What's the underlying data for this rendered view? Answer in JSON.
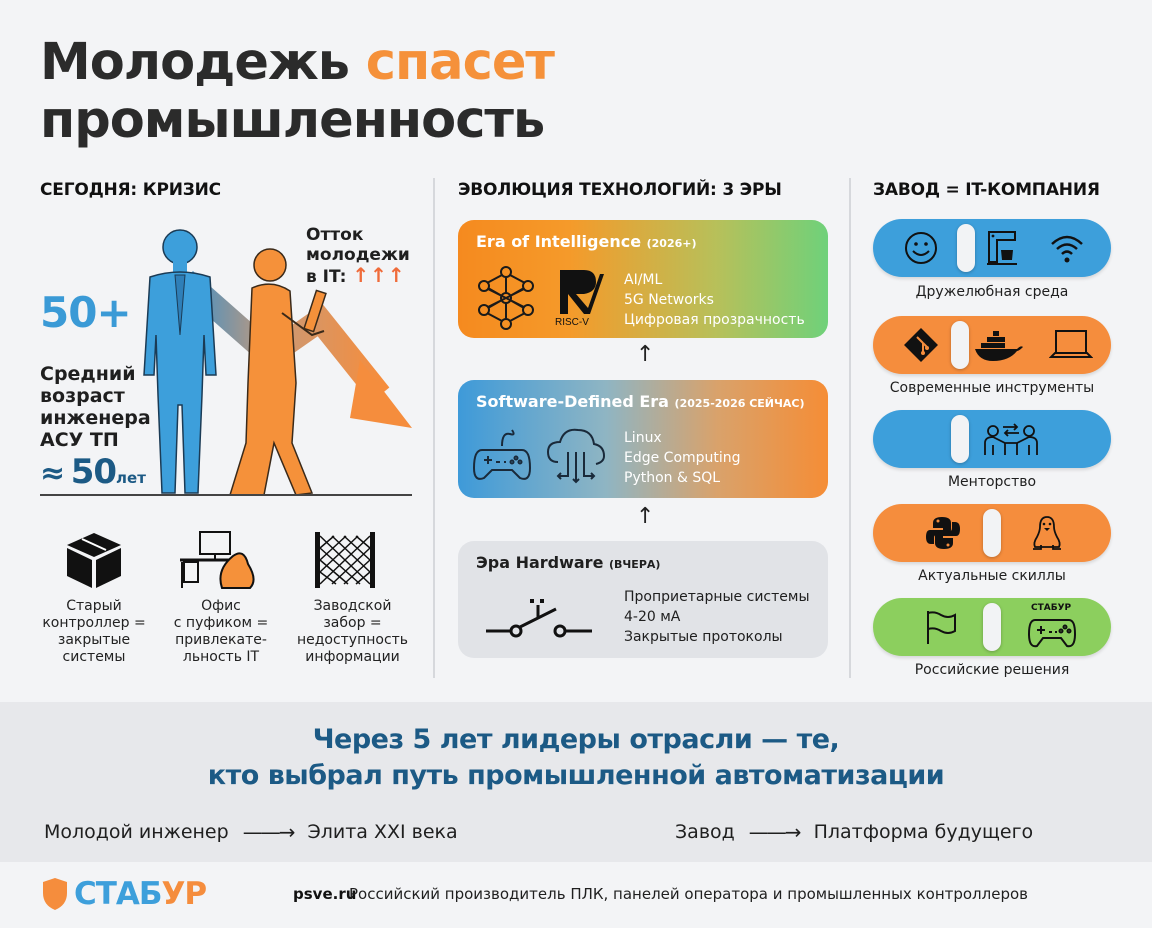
{
  "title": {
    "part1": "Молодежь ",
    "accent": "спасет",
    "line2": "промышленность"
  },
  "colors": {
    "accent_orange": "#f58d3d",
    "accent_blue": "#3d9fdb",
    "accent_green": "#8ccf5e",
    "headline_blue": "#1c5a85"
  },
  "left": {
    "heading": "СЕГОДНЯ: КРИЗИС",
    "stat_big": "50+",
    "avg_label_lines": [
      "Средний",
      "возраст",
      "инженера",
      "АСУ ТП"
    ],
    "avg_approx": "≈",
    "avg_value": "50",
    "avg_unit": "лет",
    "outflow_lines": [
      "Отток",
      "молодежи",
      "в IT:"
    ],
    "outflow_arrows": "↑↑↑",
    "legend": [
      {
        "icon": "box-icon",
        "lines": [
          "Старый",
          "контроллер =",
          "закрытые",
          "системы"
        ]
      },
      {
        "icon": "office-beanbag-icon",
        "lines": [
          "Офис",
          "с пуфиком =",
          "привлекате-",
          "льность IT"
        ]
      },
      {
        "icon": "fence-icon",
        "lines": [
          "Заводской",
          "забор =",
          "недоступность",
          "информации"
        ]
      }
    ]
  },
  "middle": {
    "heading": "ЭВОЛЮЦИЯ ТЕХНОЛОГИЙ: 3 ЭРЫ",
    "eras": [
      {
        "title": "Era of Intelligence",
        "sub": "(2026+)",
        "icons": [
          "neural-network-icon",
          "risc-v-logo-icon"
        ],
        "risc_label": "RISC-V",
        "items": [
          "AI/ML",
          "5G Networks",
          "Цифровая прозрачность"
        ]
      },
      {
        "title": "Software-Defined Era",
        "sub": "(2025-2026 СЕЙЧАС)",
        "icons": [
          "gamepad-icon",
          "cloud-transfer-icon"
        ],
        "items": [
          "Linux",
          "Edge Computing",
          "Python & SQL"
        ]
      },
      {
        "title": "Эра Hardware",
        "sub": "(ВЧЕРА)",
        "icons": [
          "switch-contact-icon"
        ],
        "items": [
          "Проприетарные системы",
          "4-20 мА",
          "Закрытые протоколы"
        ]
      }
    ],
    "arrow": "↑"
  },
  "right": {
    "heading": "ЗАВОД = IT-КОМПАНИЯ",
    "pills": [
      {
        "label": "Дружелюбная среда",
        "color": "blue",
        "icons": [
          "smiley-icon",
          "coffee-machine-icon",
          "wifi-icon"
        ]
      },
      {
        "label": "Современные инструменты",
        "color": "orange",
        "icons": [
          "git-icon",
          "docker-icon",
          "laptop-icon"
        ]
      },
      {
        "label": "Менторство",
        "color": "blue",
        "icons": [
          "mentoring-icon"
        ]
      },
      {
        "label": "Актуальные скиллы",
        "color": "orange",
        "icons": [
          "python-icon",
          "linux-tux-icon"
        ]
      },
      {
        "label": "Российские решения",
        "color": "green",
        "icons": [
          "flag-icon",
          "stabur-gamepad-icon"
        ],
        "badge": "СТАБУР"
      }
    ]
  },
  "band": {
    "headline_line1": "Через 5 лет лидеры отрасли — те,",
    "headline_line2": "кто выбрал путь промышленной автоматизации",
    "transforms": [
      {
        "from": "Молодой инженер",
        "arrow": "——→",
        "to": "Элита XXI века"
      },
      {
        "from": "Завод",
        "arrow": "——→",
        "to": "Платформа будущего"
      }
    ]
  },
  "footer": {
    "logo_part1": "СТАБ",
    "logo_part2": "УР",
    "site": "psve.ru",
    "tagline": "Российский производитель ПЛК, панелей оператора и промышленных контроллеров"
  }
}
